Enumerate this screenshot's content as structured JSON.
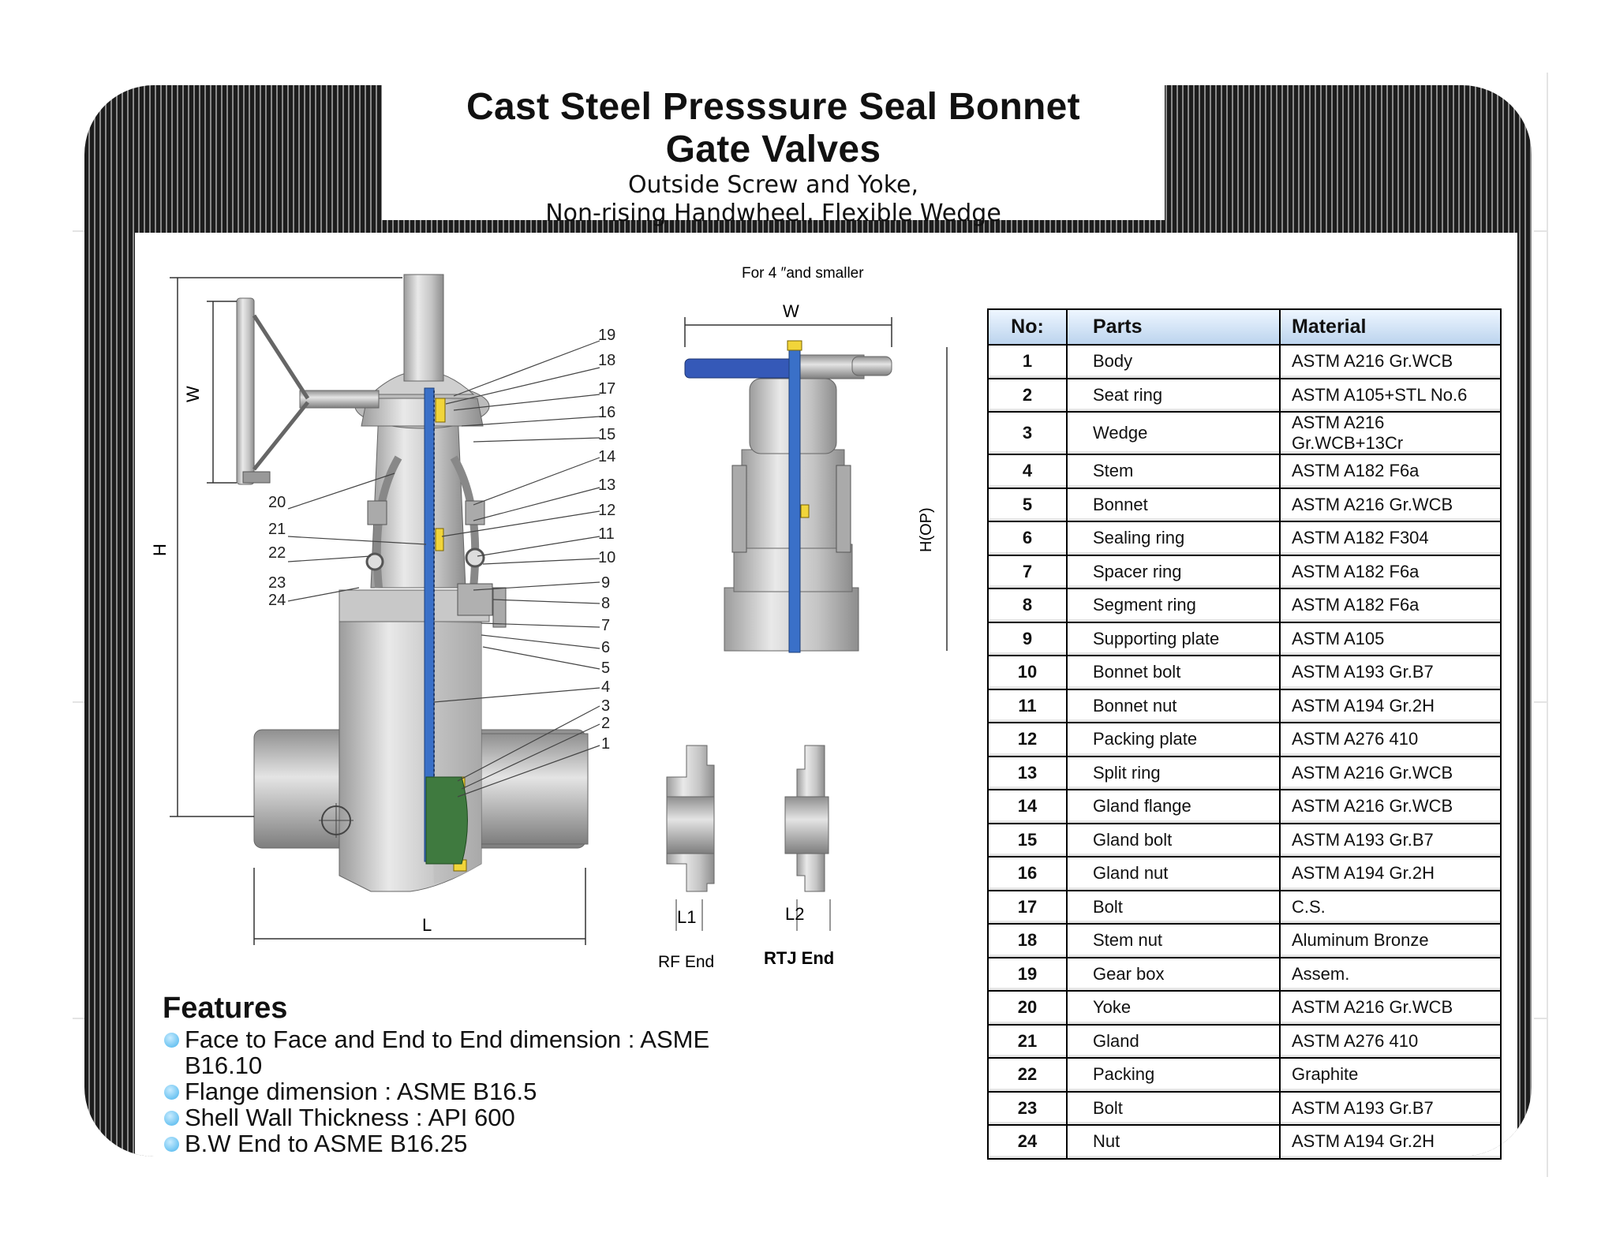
{
  "title": {
    "line1": "Cast Steel Presssure Seal Bonnet",
    "line2": "Gate Valves",
    "sub1": "Outside Screw and Yoke,",
    "sub2": "Non-rising Handwheel, Flexible Wedge"
  },
  "diagram": {
    "note_small": "For 4 ″and smaller",
    "dim_w": "W",
    "dim_h": "H",
    "dim_h_op": "H(OP)",
    "dim_l": "L",
    "dim_l1": "L1",
    "dim_l2": "L2",
    "end_rf": "RF End",
    "end_rtj": "RTJ End",
    "callouts_right": [
      "19",
      "18",
      "17",
      "16",
      "15",
      "14",
      "13",
      "12",
      "11",
      "10",
      "9",
      "8",
      "7",
      "6",
      "5",
      "4",
      "3",
      "2",
      "1"
    ],
    "callouts_left": [
      "20",
      "21",
      "22",
      "23",
      "24"
    ]
  },
  "features": {
    "title": "Features",
    "items": [
      "Face to Face and End to End dimension : ASME B16.10",
      "Flange dimension : ASME B16.5",
      "Shell Wall Thickness : API 600",
      "B.W End to  ASME B16.25"
    ]
  },
  "parts_table": {
    "headers": [
      "No:",
      "Parts",
      "Material"
    ],
    "rows": [
      {
        "no": "1",
        "part": "Body",
        "material": "ASTM A216 Gr.WCB"
      },
      {
        "no": "2",
        "part": "Seat ring",
        "material": "ASTM A105+STL No.6"
      },
      {
        "no": "3",
        "part": "Wedge",
        "material": "ASTM A216 Gr.WCB+13Cr"
      },
      {
        "no": "4",
        "part": "Stem",
        "material": "ASTM A182 F6a"
      },
      {
        "no": "5",
        "part": "Bonnet",
        "material": "ASTM A216 Gr.WCB"
      },
      {
        "no": "6",
        "part": "Sealing ring",
        "material": "ASTM A182 F304"
      },
      {
        "no": "7",
        "part": "Spacer ring",
        "material": "ASTM A182 F6a"
      },
      {
        "no": "8",
        "part": "Segment ring",
        "material": "ASTM A182 F6a"
      },
      {
        "no": "9",
        "part": "Supporting plate",
        "material": "ASTM A105"
      },
      {
        "no": "10",
        "part": "Bonnet bolt",
        "material": "ASTM A193 Gr.B7"
      },
      {
        "no": "11",
        "part": "Bonnet nut",
        "material": "ASTM A194 Gr.2H"
      },
      {
        "no": "12",
        "part": "Packing plate",
        "material": "ASTM A276 410"
      },
      {
        "no": "13",
        "part": "Split ring",
        "material": "ASTM A216 Gr.WCB"
      },
      {
        "no": "14",
        "part": "Gland flange",
        "material": "ASTM A216 Gr.WCB"
      },
      {
        "no": "15",
        "part": "Gland bolt",
        "material": "ASTM A193 Gr.B7"
      },
      {
        "no": "16",
        "part": "Gland nut",
        "material": "ASTM A194 Gr.2H"
      },
      {
        "no": "17",
        "part": "Bolt",
        "material": "C.S."
      },
      {
        "no": "18",
        "part": "Stem nut",
        "material": "Aluminum Bronze"
      },
      {
        "no": "19",
        "part": "Gear box",
        "material": "Assem."
      },
      {
        "no": "20",
        "part": "Yoke",
        "material": "ASTM A216 Gr.WCB"
      },
      {
        "no": "21",
        "part": "Gland",
        "material": "ASTM A276 410"
      },
      {
        "no": "22",
        "part": "Packing",
        "material": "Graphite"
      },
      {
        "no": "23",
        "part": "Bolt",
        "material": "ASTM A193 Gr.B7"
      },
      {
        "no": "24",
        "part": "Nut",
        "material": "ASTM A194 Gr.2H"
      }
    ]
  }
}
